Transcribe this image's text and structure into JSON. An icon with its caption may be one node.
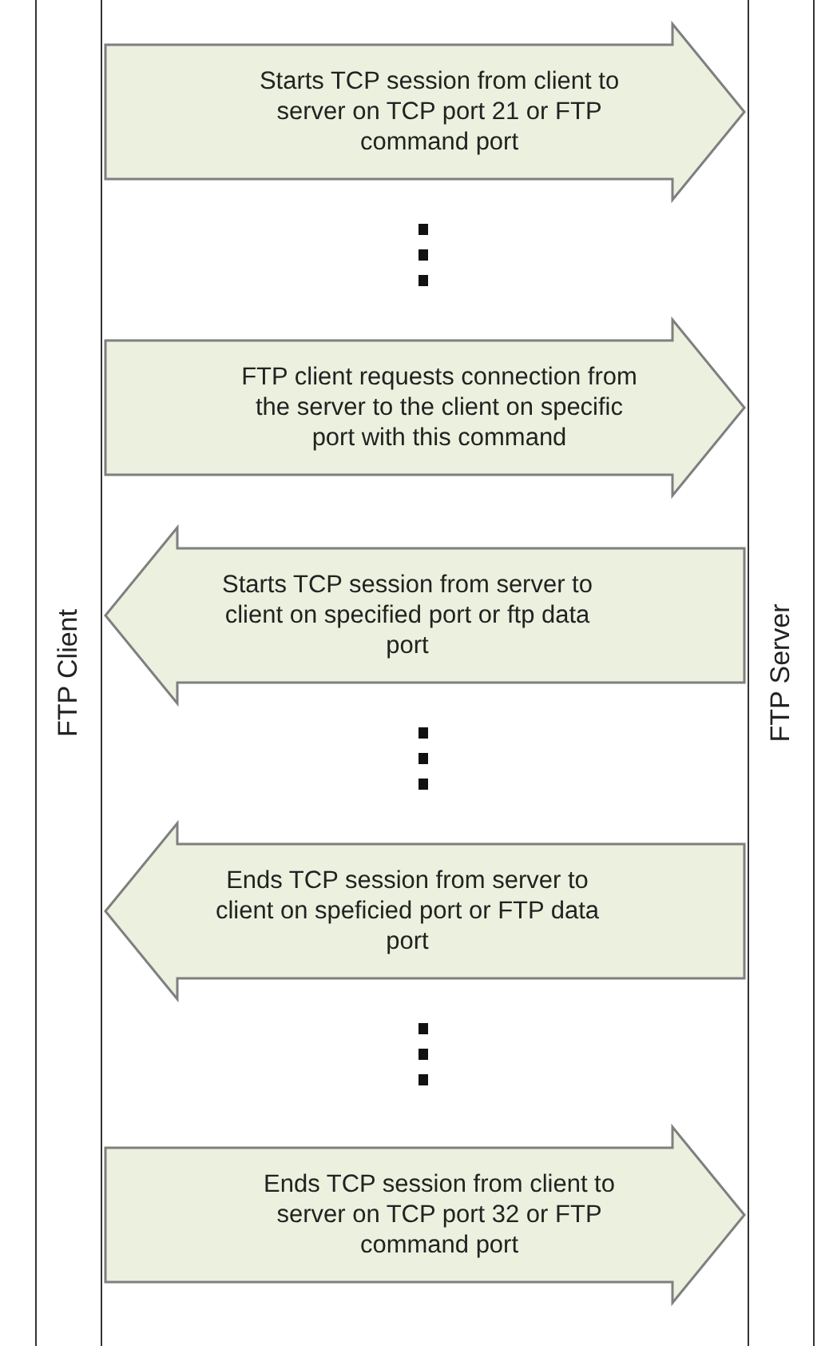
{
  "diagram": {
    "nodes": [
      {
        "text": [
          "FTP Client"
        ]
      },
      {
        "text": [
          "FTP Server"
        ]
      }
    ],
    "edges": [
      {
        "from": 0,
        "to": 1,
        "arrow": "to",
        "style": "thick",
        "label": "Starts TCP session from client to server on TCP port 21 or FTP command port"
      },
      {
        "from": 0,
        "to": 1,
        "arrow": "to",
        "style": "thick",
        "label": "FTP client requests connection from the server to the client on specific port with this command"
      },
      {
        "from": 1,
        "to": 0,
        "arrow": "to",
        "style": "thick",
        "label": "Starts TCP session from server to client on specified port or ftp data port"
      },
      {
        "from": 1,
        "to": 0,
        "arrow": "to",
        "style": "thick",
        "label": "Ends TCP session from server to client on speficied port or FTP data port"
      },
      {
        "from": 0,
        "to": 1,
        "arrow": "to",
        "style": "thick",
        "label": "Ends TCP session from client to server on TCP port 32 or FTP command port"
      }
    ]
  }
}
